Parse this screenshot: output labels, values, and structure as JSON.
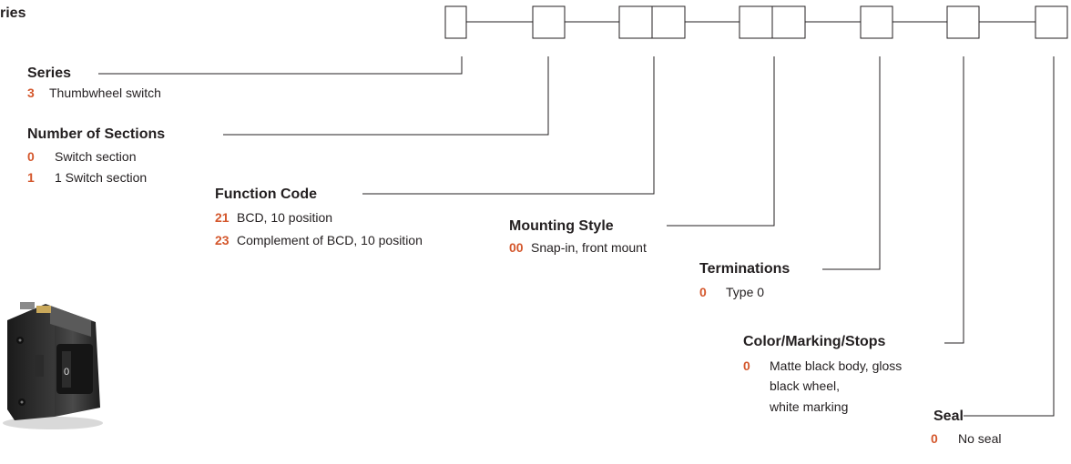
{
  "page": {
    "title": "ries"
  },
  "colors": {
    "code": "#d4572c",
    "text": "#231f20",
    "line": "#231f20"
  },
  "image": {
    "icon": "thumbwheel-switch-photo"
  },
  "sections": [
    {
      "heading": "Series",
      "options": [
        {
          "code": "3",
          "text": "Thumbwheel switch"
        }
      ]
    },
    {
      "heading": "Number of Sections",
      "options": [
        {
          "code": "0",
          "text": "Switch section"
        },
        {
          "code": "1",
          "text": "1 Switch section"
        }
      ]
    },
    {
      "heading": "Function Code",
      "options": [
        {
          "code": "21",
          "text": "BCD, 10 position"
        },
        {
          "code": "23",
          "text": "Complement of BCD, 10 position"
        }
      ]
    },
    {
      "heading": "Mounting Style",
      "options": [
        {
          "code": "00",
          "text": "Snap-in, front mount"
        }
      ]
    },
    {
      "heading": "Terminations",
      "options": [
        {
          "code": "0",
          "text": "Type 0"
        }
      ]
    },
    {
      "heading": "Color/Marking/Stops",
      "options": [
        {
          "code": "0",
          "lines": [
            "Matte black body, gloss",
            "black wheel,",
            "white marking"
          ]
        }
      ]
    },
    {
      "heading": "Seal",
      "options": [
        {
          "code": "0",
          "text": "No seal"
        }
      ]
    }
  ]
}
